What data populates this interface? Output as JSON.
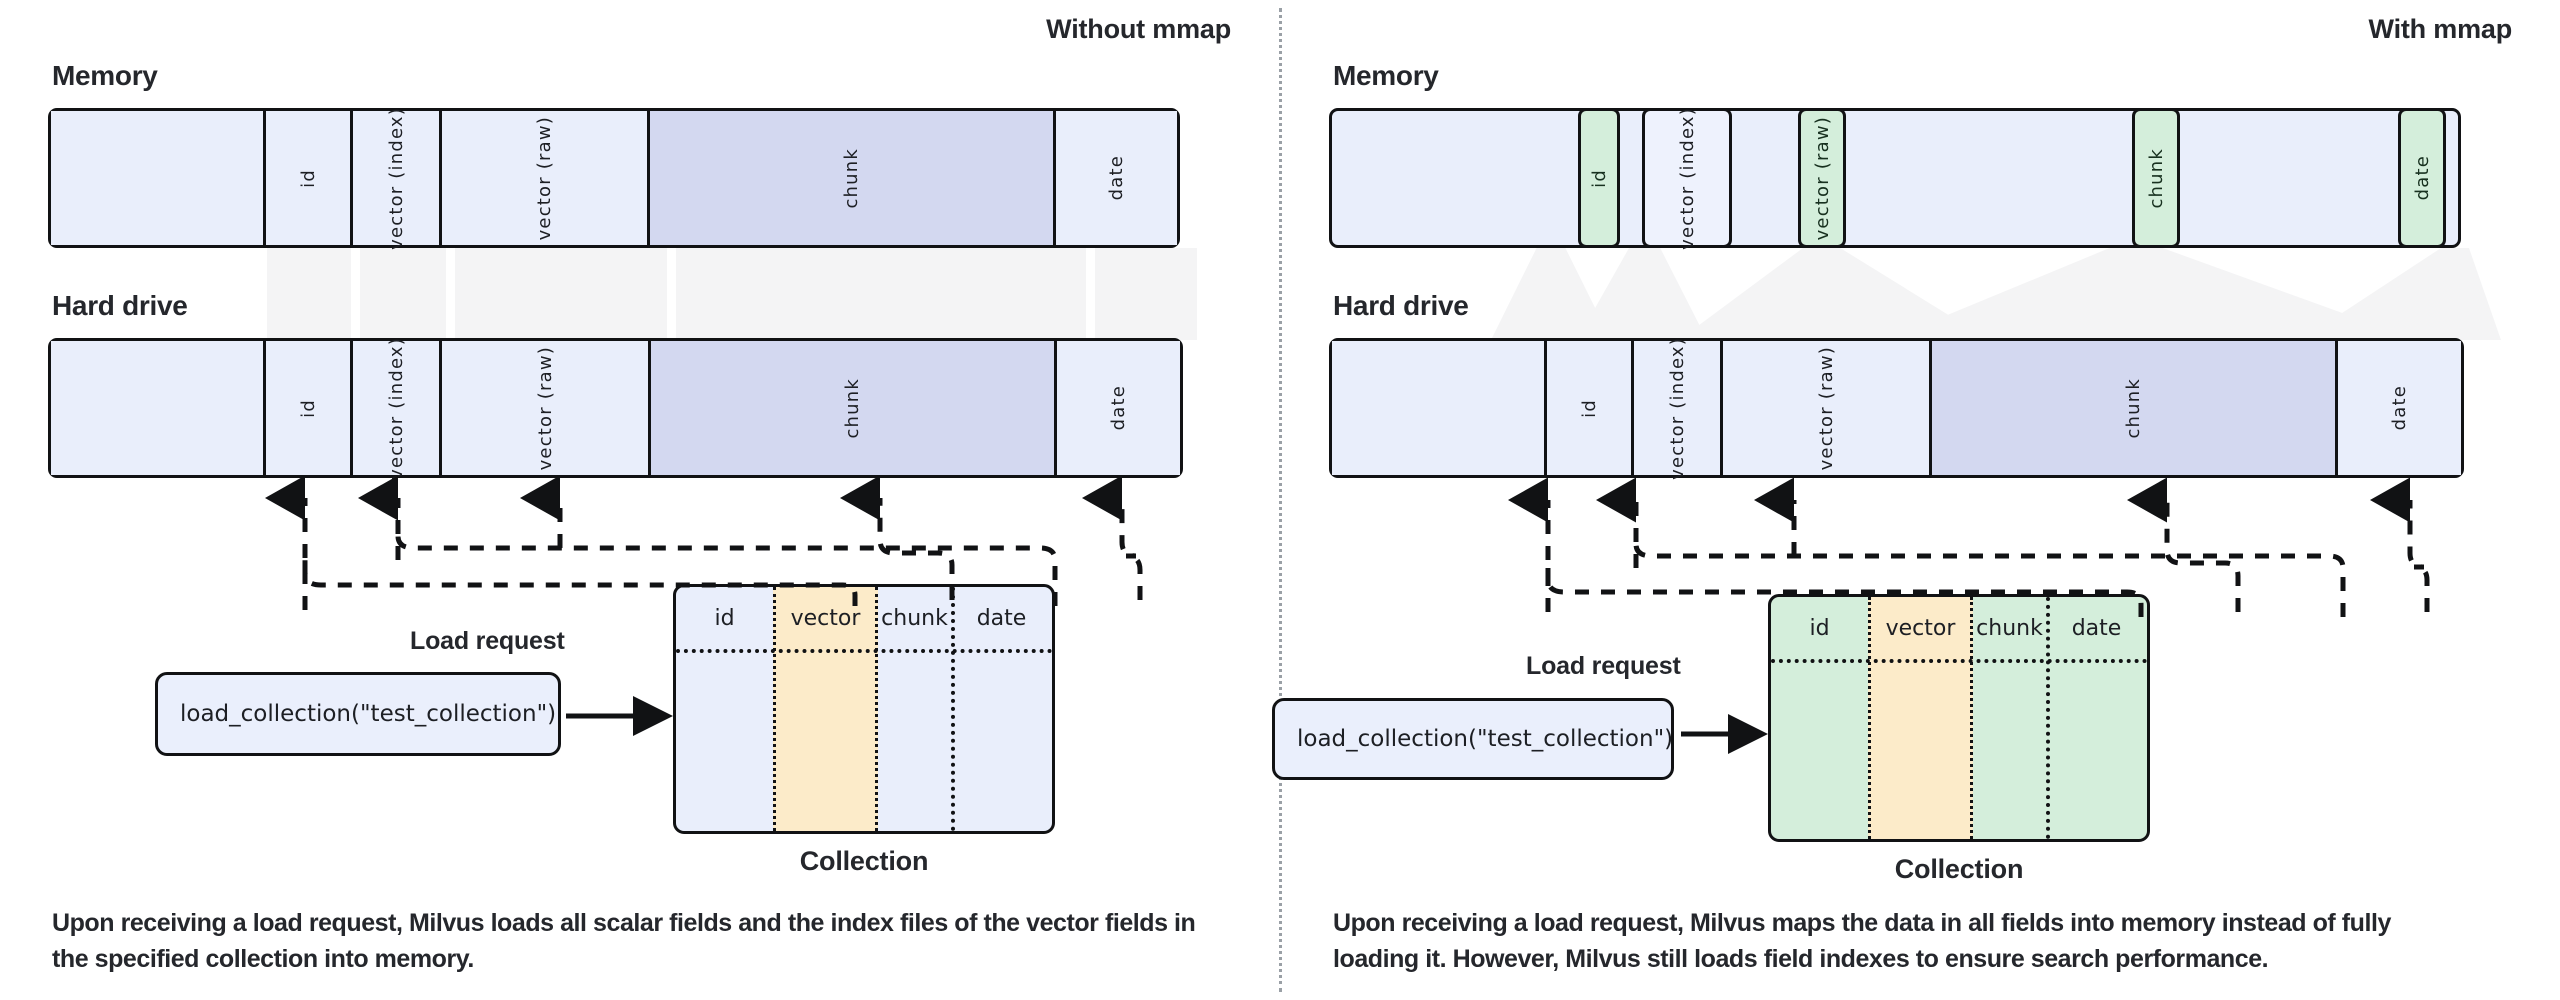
{
  "diagram": {
    "title_left": "Without mmap",
    "title_right": "With mmap",
    "labels": {
      "memory": "Memory",
      "hard_drive": "Hard drive",
      "load_request": "Load request",
      "collection": "Collection"
    },
    "load_request_code": "load_collection(\"test_collection\")",
    "field_names": {
      "id": "id",
      "vector_index": "vector (index)",
      "vector_raw": "vector (raw)",
      "chunk": "chunk",
      "date": "date",
      "vector": "vector"
    },
    "collection_columns": [
      "id",
      "vector",
      "chunk",
      "date"
    ]
  },
  "left_panel": {
    "title": "Without mmap",
    "memory_label": "Memory",
    "hard_drive_label": "Hard drive",
    "memory_segments": [
      {
        "label": "",
        "fill": "plain"
      },
      {
        "label": "id",
        "fill": "plain"
      },
      {
        "label": "vector (index)",
        "fill": "plain"
      },
      {
        "label": "vector (raw)",
        "fill": "plain"
      },
      {
        "label": "chunk",
        "fill": "blue"
      },
      {
        "label": "date",
        "fill": "plain"
      }
    ],
    "hard_drive_segments": [
      {
        "label": "",
        "fill": "plain"
      },
      {
        "label": "id",
        "fill": "plain"
      },
      {
        "label": "vector (index)",
        "fill": "plain"
      },
      {
        "label": "vector (raw)",
        "fill": "plain"
      },
      {
        "label": "chunk",
        "fill": "blue"
      },
      {
        "label": "date",
        "fill": "plain"
      }
    ],
    "load_request_title": "Load request",
    "load_request_code": "load_collection(\"test_collection\")",
    "collection_title": "Collection",
    "collection_columns": [
      "id",
      "vector",
      "chunk",
      "date"
    ],
    "footnote": "Upon receiving a load request, Milvus loads all scalar fields and the index files of the vector fields in the specified collection into memory."
  },
  "right_panel": {
    "title": "With mmap",
    "memory_label": "Memory",
    "hard_drive_label": "Hard drive",
    "memory_mapped_blocks": [
      {
        "label": "id",
        "fill": "green"
      },
      {
        "label": "vector (index)",
        "fill": "light"
      },
      {
        "label": "vector (raw)",
        "fill": "green"
      },
      {
        "label": "chunk",
        "fill": "green"
      },
      {
        "label": "date",
        "fill": "green"
      }
    ],
    "hard_drive_segments": [
      {
        "label": "",
        "fill": "plain"
      },
      {
        "label": "id",
        "fill": "plain"
      },
      {
        "label": "vector (index)",
        "fill": "plain"
      },
      {
        "label": "vector (raw)",
        "fill": "plain"
      },
      {
        "label": "chunk",
        "fill": "blue"
      },
      {
        "label": "date",
        "fill": "plain"
      }
    ],
    "load_request_title": "Load request",
    "load_request_code": "load_collection(\"test_collection\")",
    "collection_title": "Collection",
    "collection_columns": [
      "id",
      "vector",
      "chunk",
      "date"
    ],
    "footnote": "Upon receiving a load request, Milvus maps the data in all fields into memory instead of fully loading it. However, Milvus still loads field indexes to ensure search performance."
  },
  "colors": {
    "stroke": "#111214",
    "fill_light_blue": "#e9eefb",
    "fill_blue": "#d3d8f0",
    "fill_green": "#d4eedb",
    "fill_orange": "#fcebc9",
    "text": "#25272c",
    "divider": "#9aa0a6"
  }
}
